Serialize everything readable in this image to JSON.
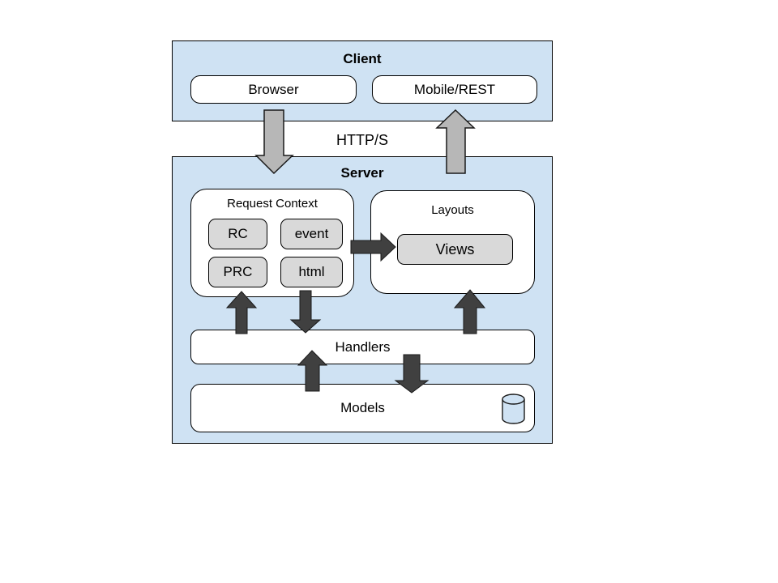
{
  "colors": {
    "panel_blue": "#cfe2f3",
    "chip_gray": "#d9d9d9",
    "light_arrow_gray": "#b7b7b7",
    "dark_arrow_gray": "#404040",
    "outline_black": "#000000"
  },
  "client": {
    "title": "Client",
    "boxes": [
      {
        "label": "Browser"
      },
      {
        "label": "Mobile/REST"
      }
    ]
  },
  "connection": {
    "label": "HTTP/S"
  },
  "server": {
    "title": "Server",
    "request_context": {
      "title": "Request Context",
      "chips": [
        {
          "label": "RC"
        },
        {
          "label": "event"
        },
        {
          "label": "PRC"
        },
        {
          "label": "html"
        }
      ]
    },
    "layouts": {
      "title": "Layouts",
      "views_label": "Views"
    },
    "handlers": {
      "label": "Handlers"
    },
    "models": {
      "label": "Models"
    }
  },
  "icons": {
    "database": "database-cylinder"
  }
}
